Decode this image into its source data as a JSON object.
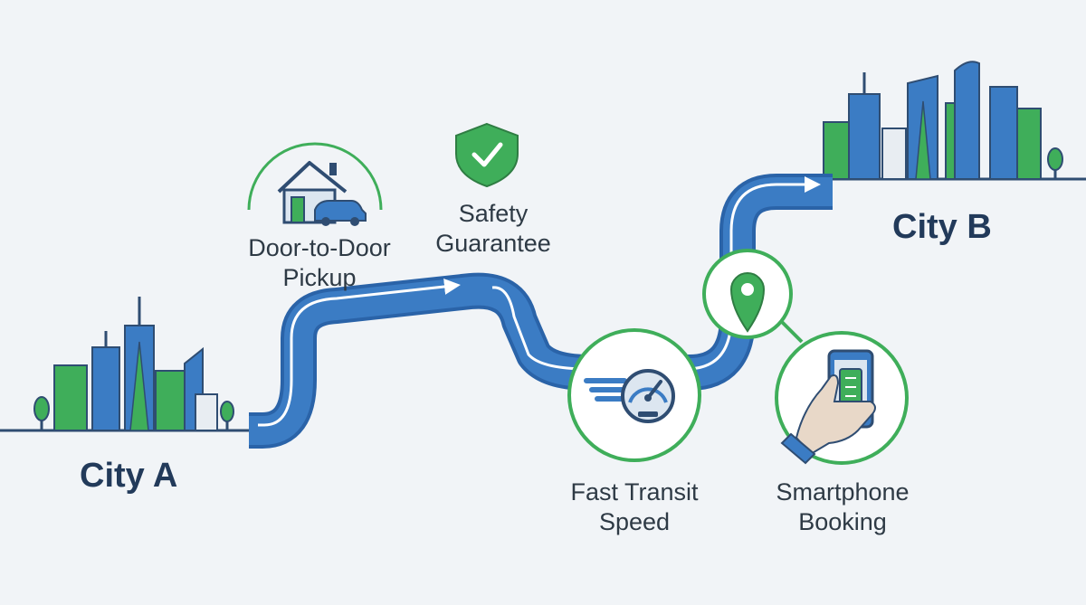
{
  "cities": {
    "origin": "City A",
    "destination": "City B"
  },
  "features": [
    {
      "id": "door",
      "line1": "Door-to-Door",
      "line2": "Pickup",
      "icon": "house-car-icon"
    },
    {
      "id": "safety",
      "line1": "Safety",
      "line2": "Guarantee",
      "icon": "shield-check-icon"
    },
    {
      "id": "speed",
      "line1": "Fast Transit",
      "line2": "Speed",
      "icon": "speedometer-wings-icon"
    },
    {
      "id": "phone",
      "line1": "Smartphone",
      "line2": "Booking",
      "icon": "smartphone-ticket-icon"
    }
  ],
  "waypoint_icon": "map-pin-icon",
  "colors": {
    "background": "#f1f4f7",
    "road": "#3b7cc4",
    "road_edge": "#2a63a8",
    "green": "#3fae5a",
    "blue": "#3b7cc4",
    "navy": "#2f4d72",
    "text": "#2e3a45"
  }
}
